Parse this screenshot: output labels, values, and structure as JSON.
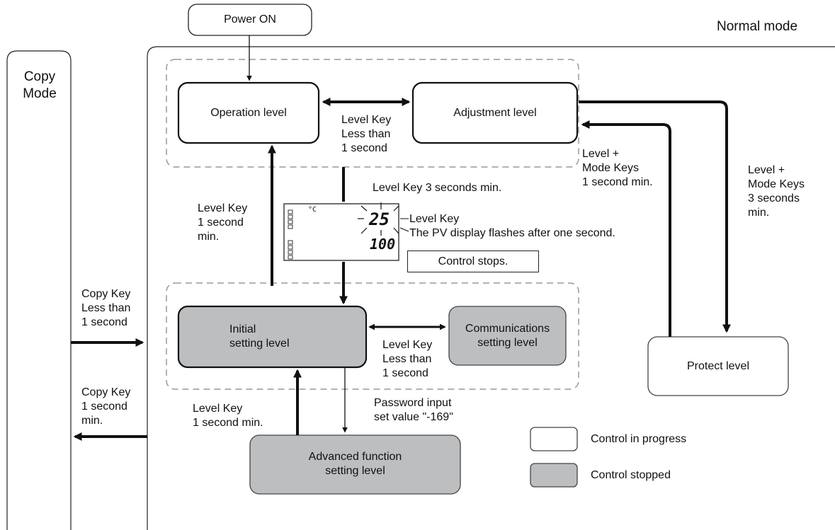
{
  "normal_mode_label": "Normal mode",
  "copy_mode_label": "Copy\nMode",
  "nodes": {
    "power_on": "Power ON",
    "operation_level": "Operation level",
    "adjustment_level": "Adjustment level",
    "initial_setting_level": "Initial\nsetting level",
    "communications_setting_level": "Communications\nsetting level",
    "protect_level": "Protect level",
    "advanced_function_setting_level": "Advanced function\nsetting level"
  },
  "edge_labels": {
    "op_adj": "Level Key\nLess than\n1 second",
    "init_comm": "Level Key\nLess than\n1 second",
    "init_to_op": "Level Key\n1 second\nmin.",
    "to_protect": "Level +\nMode Keys\n3 seconds\nmin.",
    "from_protect": "Level +\nMode Keys\n1 second min.",
    "copy_in": "Copy Key\nLess than\n1 second",
    "copy_out": "Copy Key\n1 second\nmin.",
    "adv_to_init": "Level Key\n1 second min.",
    "password": "Password input\nset value \"-169\"",
    "level_key_3s": "Level Key   3 seconds min.",
    "level_key_flash": "Level Key\nThe PV display flashes after one second.",
    "control_stops": "Control stops."
  },
  "display": {
    "pv": "25",
    "sv": "100",
    "unit": "°C"
  },
  "legend": {
    "in_progress": "Control in progress",
    "stopped": "Control stopped",
    "in_progress_color": "#ffffff",
    "stopped_color": "#bcbec0"
  }
}
